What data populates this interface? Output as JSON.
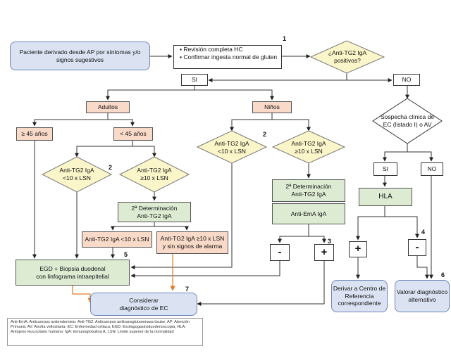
{
  "nodes": {
    "start": "Paciente derivado desde AP por síntomas y/o signos sugestivos",
    "hc_1": "Revisión completa HC",
    "hc_2": "Confirmar ingesta normal de gluten",
    "anti_tg2_positive": "¿Anti-TG2 IgA positivos?",
    "si_top": "SI",
    "no_top": "NO",
    "adultos": "Adultos",
    "ninos": "Niños",
    "ge45": "≥ 45 años",
    "lt45": "< 45 años",
    "adult_lt10": "Anti-TG2 IgA\n<10 x LSN",
    "adult_ge10": "Anti-TG2 IgA\n≥10 x LSN",
    "adult_second": "2ª Determinación\nAnti-TG2 IgA",
    "adult_second_lt10": "Anti-TG2 IgA <10 x LSN",
    "adult_second_ge10": "Anti-TG2 IgA ≥10 x LSN\ny sin signos de alarma",
    "child_lt10": "Anti-TG2 IgA\n<10 x LSN",
    "child_ge10": "Anti-TG2 IgA\n≥10 x LSN",
    "child_second": "2ª Determinación\nAnti-TG2 IgA",
    "child_ema": "Anti-EmA IgA",
    "minus": "-",
    "plus": "+",
    "egd": "EGD + Biopsia duodenal\ncon linfograma intraepitelial",
    "considerar": "Considerar\ndiagnóstico de EC",
    "sospecha": "Sospecha clínica de\nEC (listado I) o AV",
    "si_right": "SI",
    "no_right": "NO",
    "hla": "HLA",
    "hla_plus": "+",
    "hla_minus": "-",
    "derivar": "Derivar a Centro de\nReferencia\ncorrespondiente",
    "valorar": "Valorar diagnóstico\nalternativo"
  },
  "step_numbers": {
    "n1": "1",
    "n2a": "2",
    "n2b": "2",
    "n3": "3",
    "n4": "4",
    "n5": "5",
    "n6": "6",
    "n7": "7"
  },
  "legend": "Anti-EmA: Anticuerpos antiendomisio; Anti-TG2: Anticuerpos antitransglutaminasa tisular; AP: Atención Primaria; AV: Atrofia vellositaria; EC: Enfermedad celiaca; EGD: Esofagogastroduodenoscopia; HLA: Antígeno leucocitario humano; IgA: Inmunoglobulina A, LSN: Límite superior de la normalidad",
  "colors": {
    "blue_fill": "#dbe3f3",
    "green_fill": "#dcebd2",
    "peach_fill": "#f9d9c8",
    "diamond_fill": "#fbf6c9",
    "arrow_orange": "#e07b2a",
    "arrow_blue": "#6d85b8"
  }
}
